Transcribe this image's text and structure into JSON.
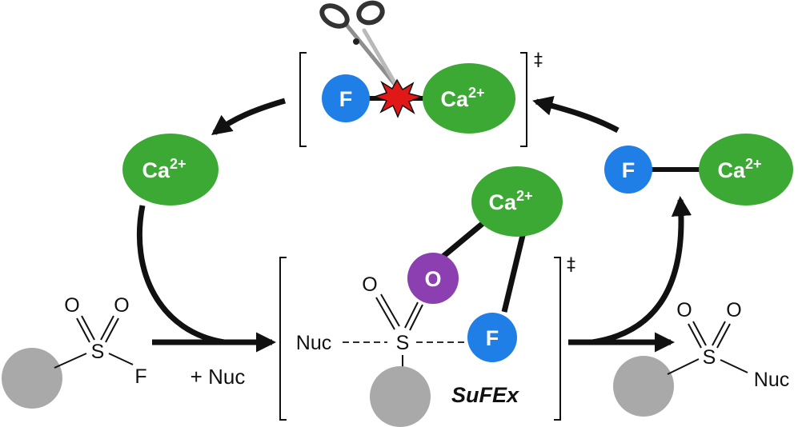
{
  "colors": {
    "calcium": "#3da935",
    "fluoride": "#1f7fe6",
    "oxygen": "#8b3fb1",
    "substrate": "#a9a9a9",
    "burst": "#e01818",
    "ink": "#111111"
  },
  "icons": {
    "scissors": "scissors-icon",
    "burst": "bond-break-burst-icon"
  },
  "top_ts": {
    "fluoride": "F",
    "calcium": "Ca",
    "calcium_charge": "2+",
    "dagger": "‡"
  },
  "left_ca": {
    "calcium": "Ca",
    "calcium_charge": "2+"
  },
  "right_caf": {
    "fluoride": "F",
    "calcium": "Ca",
    "calcium_charge": "2+"
  },
  "start_sf": {
    "sulfur": "S",
    "oxygen_1": "O",
    "oxygen_2": "O",
    "fluorine": "F"
  },
  "nucleophile_label": "+ Nuc",
  "center_ts": {
    "nuc": "Nuc",
    "sulfur": "S",
    "oxygen": "O",
    "oxygen_free": "O",
    "fluoride": "F",
    "calcium": "Ca",
    "calcium_charge": "2+",
    "dagger": "‡",
    "caption": "SuFEx"
  },
  "product": {
    "sulfur": "S",
    "oxygen_1": "O",
    "oxygen_2": "O",
    "nuc": "Nuc"
  }
}
